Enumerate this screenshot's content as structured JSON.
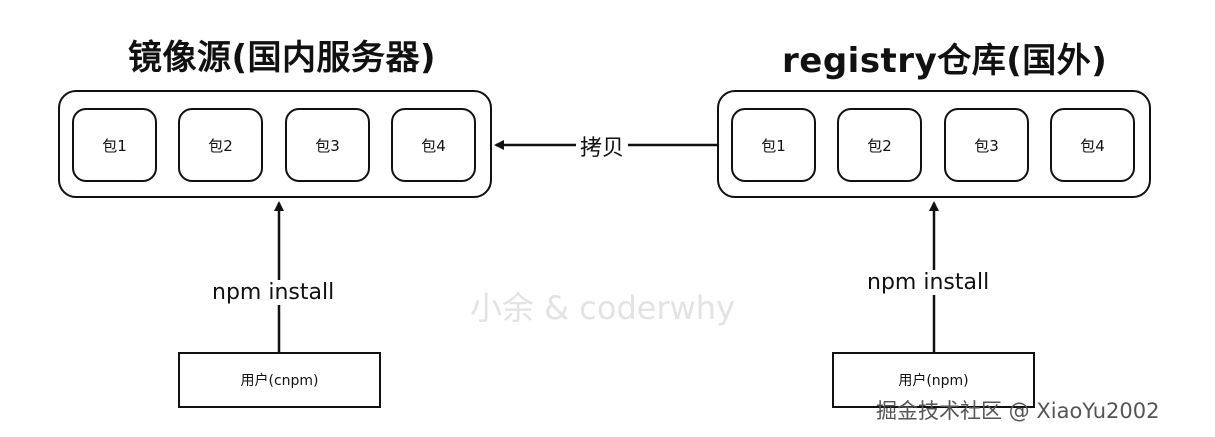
{
  "mirror": {
    "title": "镜像源(国内服务器)",
    "packages": [
      "包1",
      "包2",
      "包3",
      "包4"
    ],
    "install_label": "npm install",
    "user_label": "用户(cnpm)"
  },
  "registry": {
    "title": "registry仓库(国外)",
    "packages": [
      "包1",
      "包2",
      "包3",
      "包4"
    ],
    "install_label": "npm install",
    "user_label": "用户(npm)"
  },
  "copy_label": "拷贝",
  "watermark": "小余 & coderwhy",
  "source_label": "掘金技术社区 @ XiaoYu2002"
}
